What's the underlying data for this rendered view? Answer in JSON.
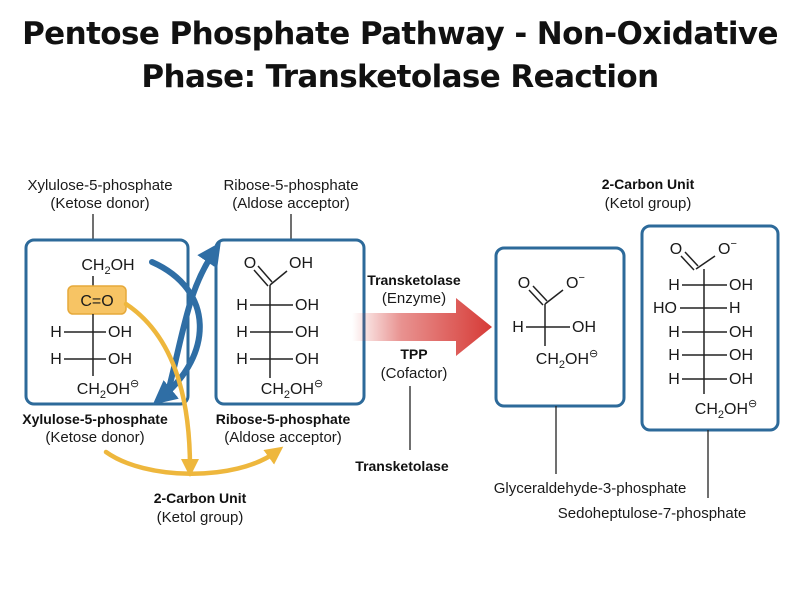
{
  "title": {
    "line1": "Pentose Phosphate Pathway - Non-Oxidative",
    "line2": "Phase: Transketolase Reaction"
  },
  "colors": {
    "box_border": "#2d6a9a",
    "blue_arrow": "#2f6ea5",
    "yellow_arrow": "#eeb73d",
    "highlight_fill": "#f7c464",
    "highlight_border": "#e6a93a",
    "red_arrow": "#d63a36"
  },
  "xylulose": {
    "top_name": "Xylulose-5-phosphate",
    "top_role": "(Ketose donor)",
    "bottom_name": "Xylulose-5-phosphate",
    "bottom_role": "(Ketose donor)",
    "top_group": "CH",
    "top_group_sub": "2",
    "top_group_tail": "OH",
    "carbonyl": "C=O",
    "h": "H",
    "oh": "OH",
    "bottom_group": "CH",
    "bottom_group_sub": "2",
    "bottom_group_tail": "OH",
    "charge": "⊖"
  },
  "ribose": {
    "top_name": "Ribose-5-phosphate",
    "top_role": "(Aldose acceptor)",
    "bottom_name": "Ribose-5-phosphate",
    "bottom_role": "(Aldose acceptor)",
    "o": "O",
    "aldehyde_oh": "OH",
    "h": "H",
    "oh": "OH",
    "bottom_group": "CH",
    "bottom_group_sub": "2",
    "bottom_group_tail": "OH",
    "charge": "⊖"
  },
  "two_carbon_bottom": {
    "name": "2-Carbon Unit",
    "role": "(Ketol group)"
  },
  "two_carbon_top": {
    "name": "2-Carbon Unit",
    "role": "(Ketol group)"
  },
  "enzyme": {
    "name": "Transketolase",
    "role": "(Enzyme)",
    "cofactor_name": "TPP",
    "cofactor_role": "(Cofactor)",
    "bottom_label": "Transketolase"
  },
  "glyceraldehyde": {
    "name": "Glyceraldehyde-3-phosphate",
    "o": "O",
    "o_minus": "O",
    "minus": "−",
    "h": "H",
    "oh": "OH",
    "bottom_group": "CH",
    "bottom_group_sub": "2",
    "bottom_group_tail": "OH",
    "charge": "⊖"
  },
  "sedoheptulose": {
    "name": "Sedoheptulose-7-phosphate",
    "o": "O",
    "o_minus": "O",
    "minus": "−",
    "h": "H",
    "oh": "OH",
    "ho": "HO",
    "bottom_group": "CH",
    "bottom_group_sub": "2",
    "bottom_group_tail": "OH",
    "charge": "⊖"
  }
}
